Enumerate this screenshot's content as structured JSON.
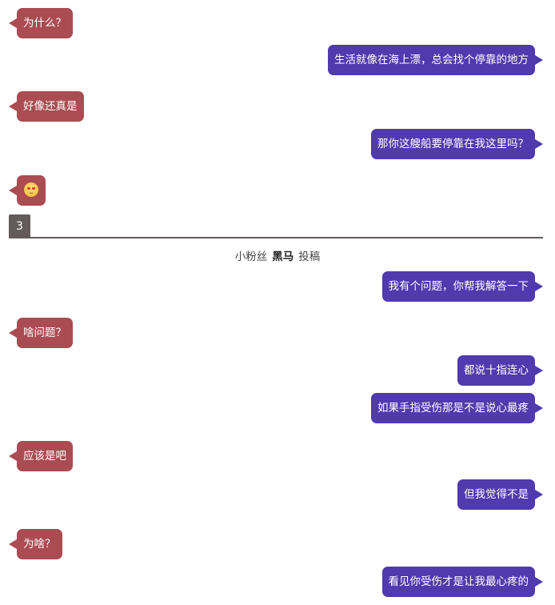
{
  "colors": {
    "left_bubble": "#AB4B52",
    "right_bubble": "#4F3AAE",
    "section_marker": "#635B5B",
    "background": "#FFFFFF"
  },
  "messages_part1": [
    {
      "side": "left",
      "text": "为什么？"
    },
    {
      "side": "right",
      "text": "生活就像在海上漂，总会找个停靠的地方"
    },
    {
      "side": "left",
      "text": "好像还真是"
    },
    {
      "side": "right",
      "text": "那你这艘船要停靠在我这里吗？"
    },
    {
      "side": "left",
      "text": "",
      "icon": "blushing-face-emoji"
    }
  ],
  "section": {
    "number": "3"
  },
  "credit": {
    "prefix": "小粉丝",
    "author": "黑马",
    "suffix": "投稿"
  },
  "messages_part2": [
    {
      "side": "right",
      "text": "我有个问题，你帮我解答一下"
    },
    {
      "side": "left",
      "text": "啥问题？"
    },
    {
      "side": "right",
      "text": "都说十指连心"
    },
    {
      "side": "right",
      "text": "如果手指受伤那是不是说心最疼"
    },
    {
      "side": "left",
      "text": "应该是吧"
    },
    {
      "side": "right",
      "text": "但我觉得不是"
    },
    {
      "side": "left",
      "text": "为啥？"
    },
    {
      "side": "right",
      "text": "看见你受伤才是让我最心疼的"
    }
  ]
}
